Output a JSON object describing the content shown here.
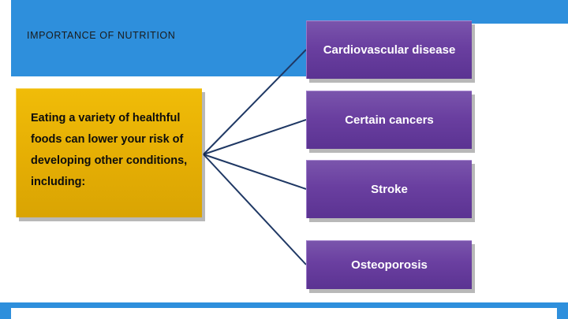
{
  "slide": {
    "title": "IMPORTANCE OF NUTRITION",
    "main_box": {
      "text": "Eating a variety of healthful foods can lower your risk of developing other conditions, including:",
      "color": "#eab306"
    },
    "branches": [
      {
        "label": "Cardiovascular disease",
        "color": "#6a3fa0"
      },
      {
        "label": "Certain cancers",
        "color": "#6a3fa0"
      },
      {
        "label": "Stroke",
        "color": "#6a3fa0"
      },
      {
        "label": "Osteoporosis",
        "color": "#6a3fa0"
      }
    ],
    "accent_color": "#2e8fdc",
    "connector_color": "#1f3864"
  }
}
